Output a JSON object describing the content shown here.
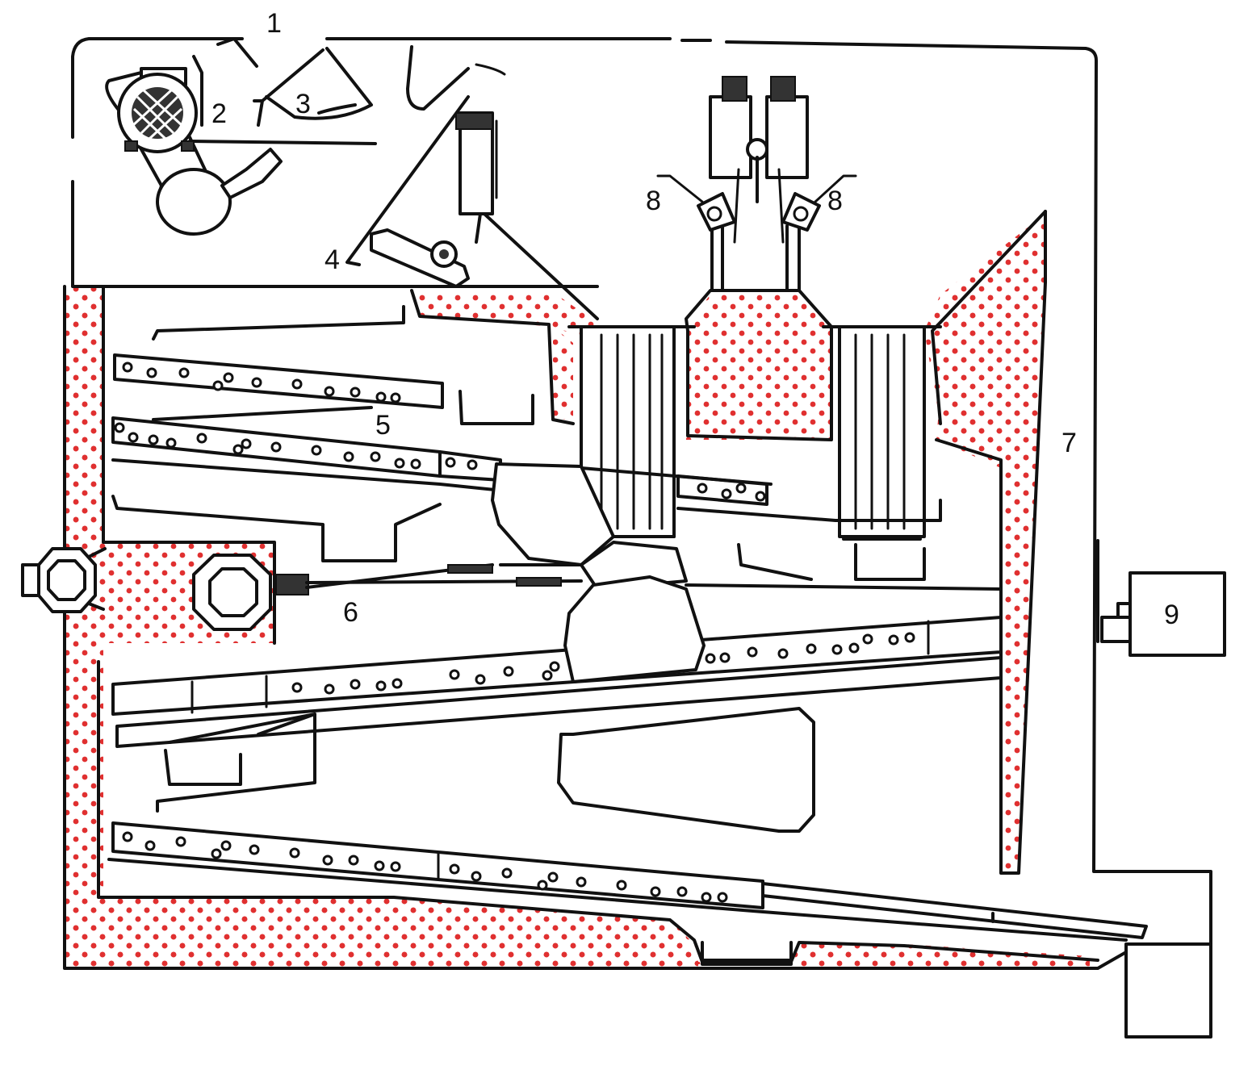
{
  "colors": {
    "line": "#111111",
    "dots": "#e03030",
    "background": "#ffffff"
  },
  "labels": {
    "l1": "1",
    "l2": "2",
    "l3": "3",
    "l4": "4",
    "l5": "5",
    "l6": "6",
    "l7": "7",
    "l8a": "8",
    "l8b": "8",
    "l9": "9"
  }
}
